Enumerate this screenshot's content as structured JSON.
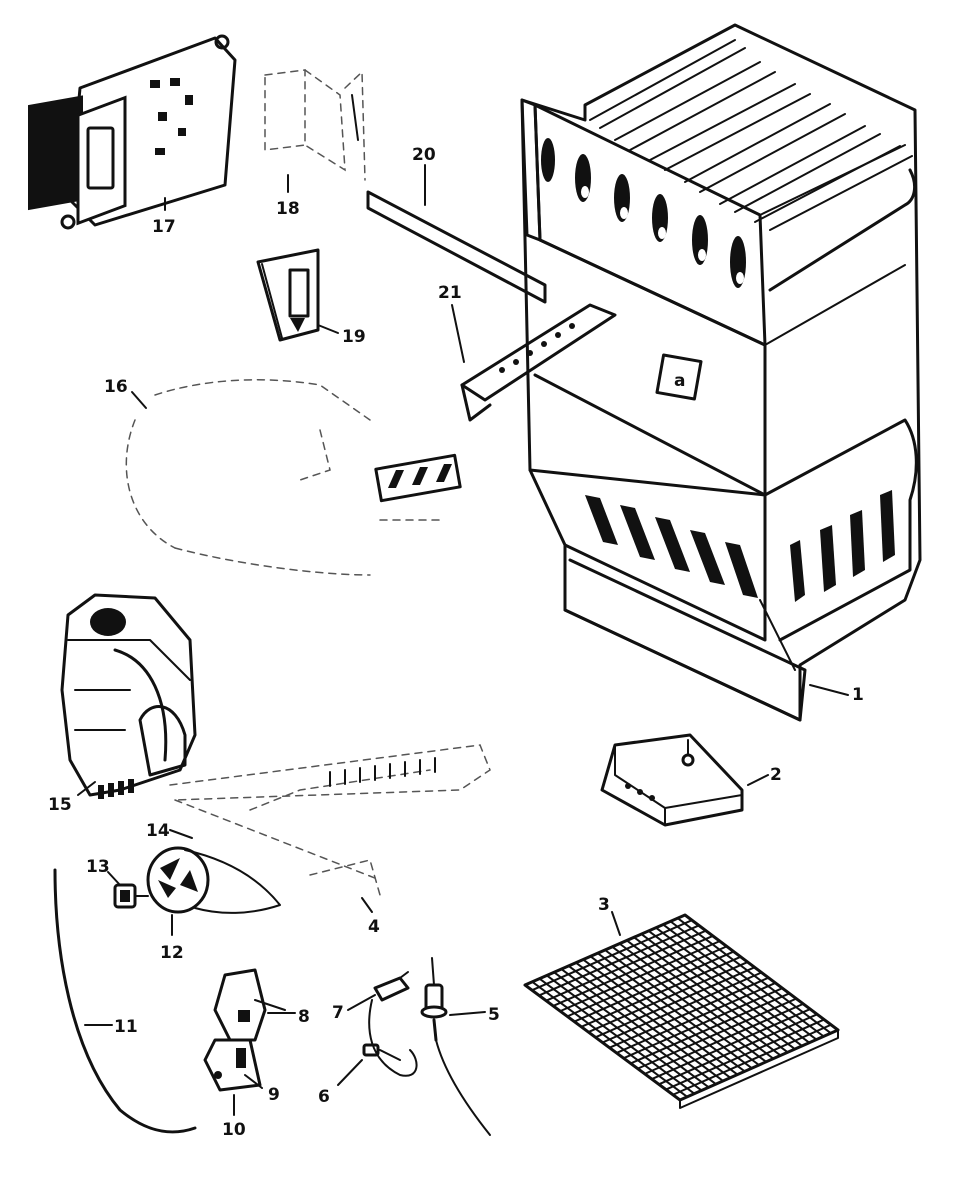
{
  "parts": [
    {
      "id": "part-1",
      "label": "1"
    },
    {
      "id": "part-2",
      "label": "2"
    },
    {
      "id": "part-3",
      "label": "3"
    },
    {
      "id": "part-4",
      "label": "4"
    },
    {
      "id": "part-5",
      "label": "5"
    },
    {
      "id": "part-6",
      "label": "6"
    },
    {
      "id": "part-7",
      "label": "7"
    },
    {
      "id": "part-8",
      "label": "8"
    },
    {
      "id": "part-9",
      "label": "9"
    },
    {
      "id": "part-10",
      "label": "10"
    },
    {
      "id": "part-11",
      "label": "11"
    },
    {
      "id": "part-12",
      "label": "12"
    },
    {
      "id": "part-13",
      "label": "13"
    },
    {
      "id": "part-14",
      "label": "14"
    },
    {
      "id": "part-15",
      "label": "15"
    },
    {
      "id": "part-16",
      "label": "16"
    },
    {
      "id": "part-17",
      "label": "17"
    },
    {
      "id": "part-18",
      "label": "18"
    },
    {
      "id": "part-19",
      "label": "19"
    },
    {
      "id": "part-20",
      "label": "20"
    },
    {
      "id": "part-21",
      "label": "21"
    }
  ],
  "colors": {
    "ink": "#111111",
    "paper": "#ffffff"
  }
}
